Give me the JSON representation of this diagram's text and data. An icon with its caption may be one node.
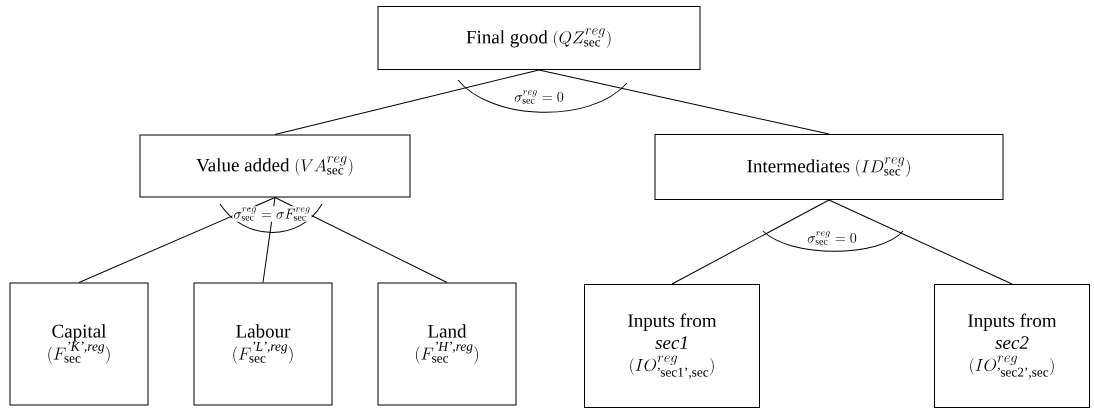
{
  "diagram": {
    "nodes": [
      {
        "text": [
          "Final good",
          "(QZ_{\\mathrm{sec}}^{reg})"
        ]
      },
      {
        "text": [
          "Value added",
          "(VA_{\\mathrm{sec}}^{reg})"
        ]
      },
      {
        "text": [
          "Intermediates",
          "(ID_{\\mathrm{sec}}^{reg})"
        ]
      },
      {
        "text": [
          "Capital",
          "(F_{\\mathrm{sec}}^{\\textit{'K',reg}})"
        ]
      },
      {
        "text": [
          "Labour",
          "(F_{\\mathrm{sec}}^{\\textit{'L',reg}})"
        ]
      },
      {
        "text": [
          "Land",
          "(F_{\\mathrm{sec}}^{\\textit{'H',reg}})"
        ]
      },
      {
        "text": [
          "Inputs from",
          "sec1",
          "(IO_{\\text{'sec1',sec}}^{reg})"
        ]
      },
      {
        "text": [
          "Inputs from",
          "sec2",
          "(IO_{\\text{'sec2',sec}}^{reg})"
        ]
      }
    ],
    "edges": [
      {
        "from": 0,
        "to": 1,
        "arrow": "none"
      },
      {
        "from": 0,
        "to": 2,
        "arrow": "none"
      },
      {
        "from": 1,
        "to": 3,
        "arrow": "none"
      },
      {
        "from": 1,
        "to": 4,
        "arrow": "none"
      },
      {
        "from": 1,
        "to": 5,
        "arrow": "none"
      },
      {
        "from": 2,
        "to": 6,
        "arrow": "none"
      },
      {
        "from": 2,
        "to": 7,
        "arrow": "none"
      }
    ],
    "labels": [
      "\\sigma_{\\mathrm{sec}}^{reg} = 0",
      "\\sigma_{\\mathrm{sec}}^{reg} = \\sigma F_{\\mathrm{sec}}^{reg}",
      "\\sigma_{\\mathrm{sec}}^{reg} = 0"
    ]
  }
}
